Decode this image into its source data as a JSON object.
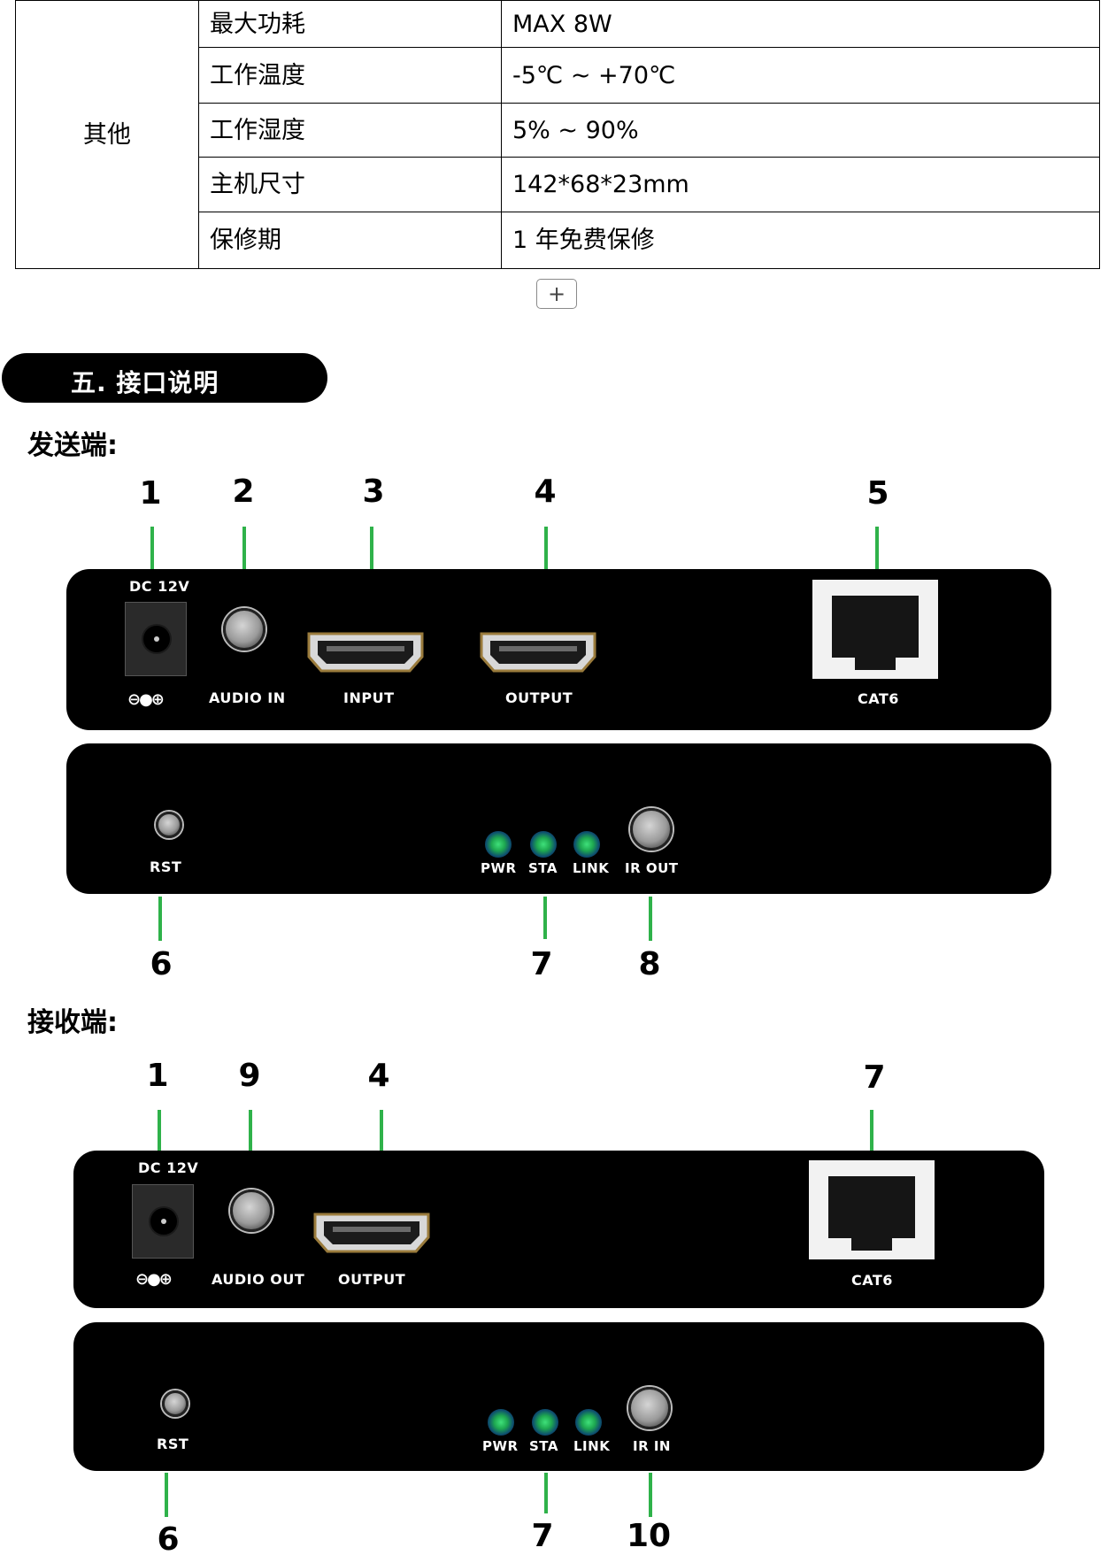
{
  "spec_table": {
    "group": "其他",
    "rows": [
      {
        "label": "最大功耗",
        "value": "MAX 8W"
      },
      {
        "label": "工作温度",
        "value": "-5℃  ~ +70℃"
      },
      {
        "label": "工作湿度",
        "value": "5% ~ 90%"
      },
      {
        "label": "主机尺寸",
        "value": "142*68*23mm"
      },
      {
        "label": "保修期",
        "value": "1 年免费保修"
      }
    ]
  },
  "add_button": "+",
  "section": {
    "title": "五. 接口说明"
  },
  "sender": {
    "title": "发送端:",
    "top_callouts": [
      "1",
      "2",
      "3",
      "4",
      "5"
    ],
    "bottom_callouts": [
      "6",
      "7",
      "8"
    ],
    "front": {
      "dc": "DC 12V",
      "polarity": "⊖●⊕",
      "audio": "AUDIO IN",
      "input": "INPUT",
      "output": "OUTPUT",
      "cat": "CAT6"
    },
    "back": {
      "rst": "RST",
      "pwr": "PWR",
      "sta": "STA",
      "link": "LINK",
      "ir": "IR OUT"
    }
  },
  "receiver": {
    "title": "接收端:",
    "top_callouts": [
      "1",
      "9",
      "4",
      "7"
    ],
    "bottom_callouts": [
      "6",
      "7",
      "10"
    ],
    "front": {
      "dc": "DC 12V",
      "polarity": "⊖●⊕",
      "audio": "AUDIO OUT",
      "output": "OUTPUT",
      "cat": "CAT6"
    },
    "back": {
      "rst": "RST",
      "pwr": "PWR",
      "sta": "STA",
      "link": "LINK",
      "ir": "IR IN"
    }
  },
  "colors": {
    "callout_line": "#2fb24a",
    "panel": "#000000",
    "led": "#1ea850"
  }
}
